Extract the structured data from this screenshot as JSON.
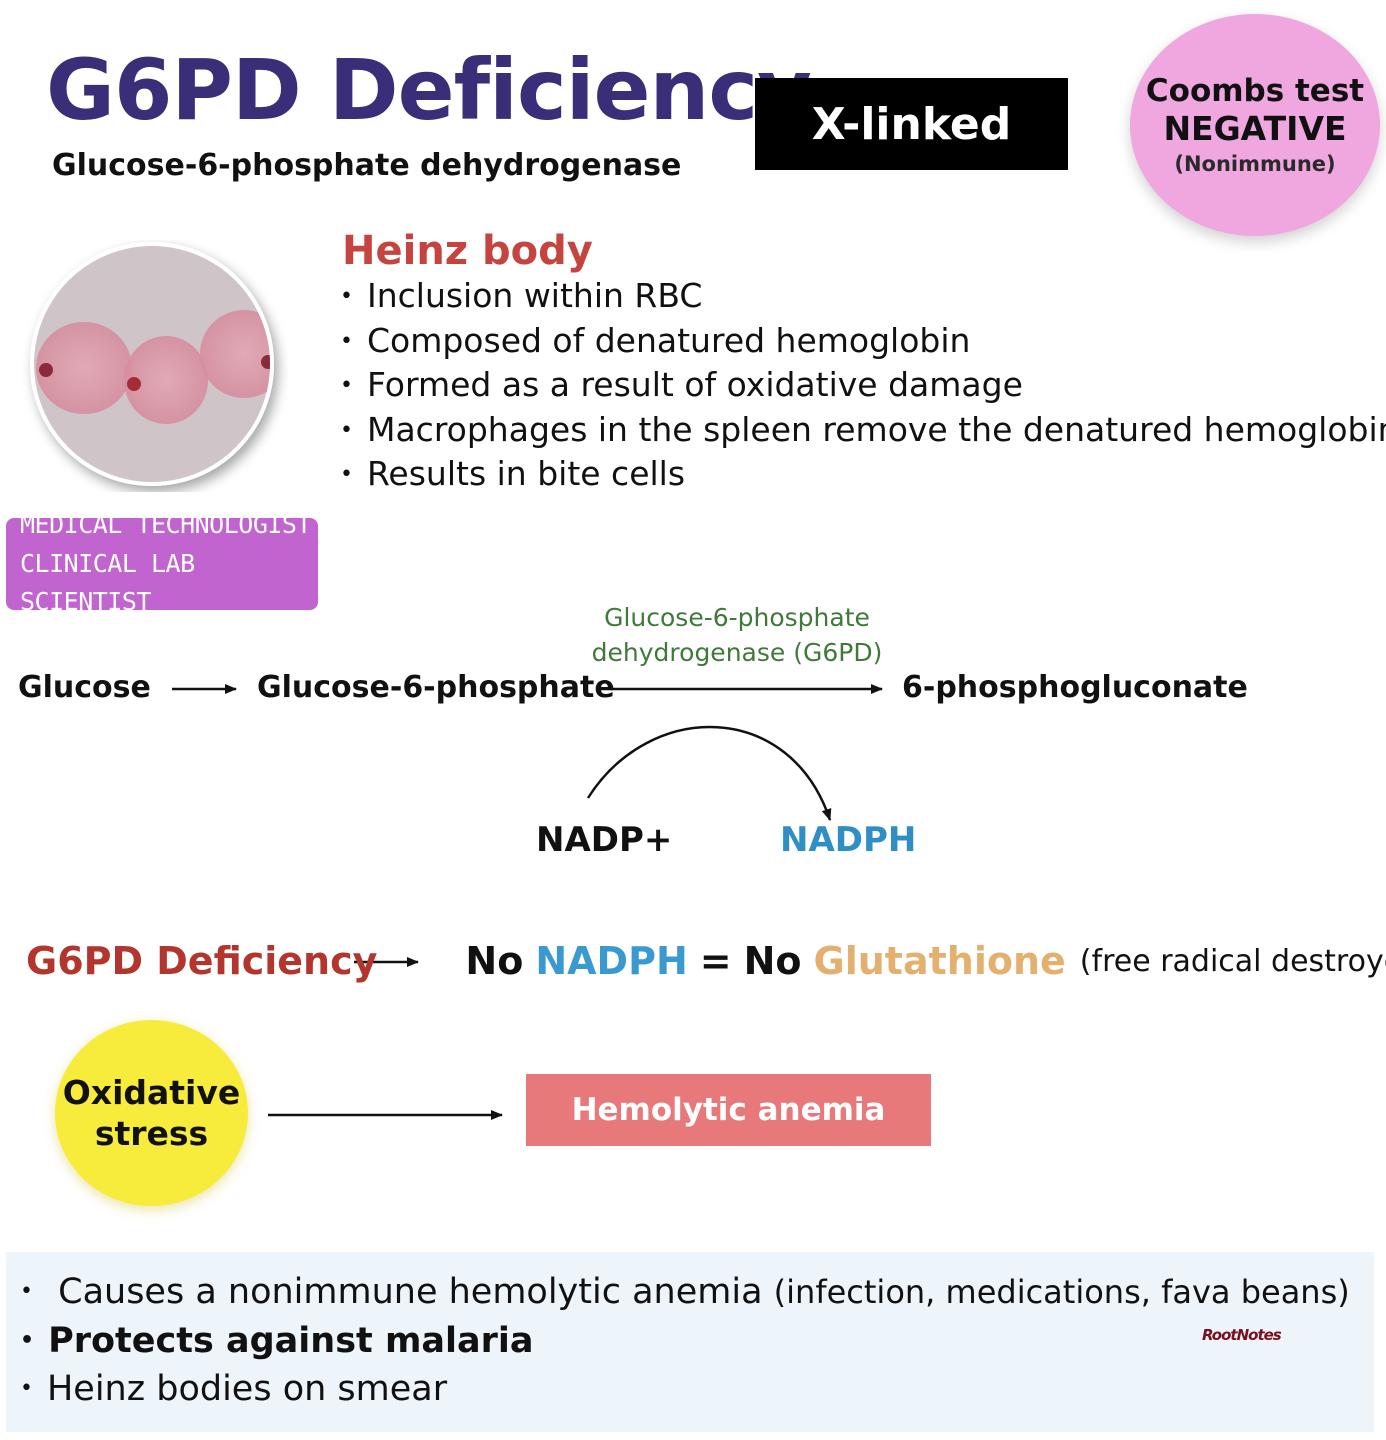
{
  "header": {
    "title": "G6PD Deficiency",
    "subtitle": "Glucose-6-phosphate dehydrogenase",
    "inheritance_badge": "X-linked"
  },
  "coombs": {
    "line1": "Coombs test",
    "line2": "NEGATIVE",
    "line3": "(Nonimmune)",
    "color": "#f0a6df"
  },
  "badge": {
    "line1": "MEDICAL TECHNOLOGIST",
    "line2": "CLINICAL LAB SCIENTIST",
    "color": "#c264cf"
  },
  "heinz": {
    "heading": "Heinz body",
    "items": [
      "Inclusion within RBC",
      "Composed of denatured hemoglobin",
      "Formed as a result of oxidative damage",
      "Macrophages in the spleen remove the denatured hemoglobin",
      "Results in bite cells"
    ]
  },
  "pathway": {
    "glucose": "Glucose",
    "g6p": "Glucose-6-phosphate",
    "product": "6-phosphogluconate",
    "enzyme_line1": "Glucose-6-phosphate",
    "enzyme_line2": "dehydrogenase (G6PD)",
    "cofactor_in": "NADP+",
    "cofactor_out": "NADPH"
  },
  "deficiency": {
    "label": "G6PD Deficiency",
    "no1": "No",
    "nadph": "NADPH",
    "equals": "=",
    "no2": "No",
    "glutathione": "Glutathione",
    "note": "(free radical destroyer)",
    "colors": {
      "label": "#b2362e",
      "nadph": "#3a9ad0",
      "glutathione": "#e4b070"
    }
  },
  "outcome": {
    "cause_line1": "Oxidative",
    "cause_line2": "stress",
    "result": "Hemolytic anemia",
    "cause_color": "#f7ec3c",
    "result_color": "#e8797a"
  },
  "summary": {
    "item1_main": "Causes a nonimmune hemolytic anemia",
    "item1_paren": "(infection, medications, fava beans)",
    "item2": "Protects against malaria",
    "item3": "Heinz bodies on smear",
    "watermark": "RootNotes"
  }
}
